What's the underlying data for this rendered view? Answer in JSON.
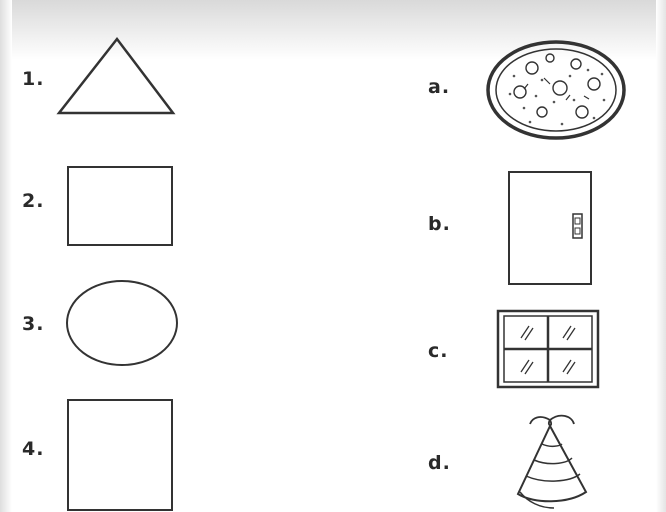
{
  "worksheet": {
    "shapes": [
      {
        "number": "1.",
        "icon": "triangle-icon"
      },
      {
        "number": "2.",
        "icon": "rectangle-icon"
      },
      {
        "number": "3.",
        "icon": "oval-icon"
      },
      {
        "number": "4.",
        "icon": "square-icon"
      }
    ],
    "objects": [
      {
        "letter": "a.",
        "icon": "pizza-icon"
      },
      {
        "letter": "b.",
        "icon": "door-icon"
      },
      {
        "letter": "c.",
        "icon": "window-icon"
      },
      {
        "letter": "d.",
        "icon": "party-hat-icon"
      }
    ]
  }
}
